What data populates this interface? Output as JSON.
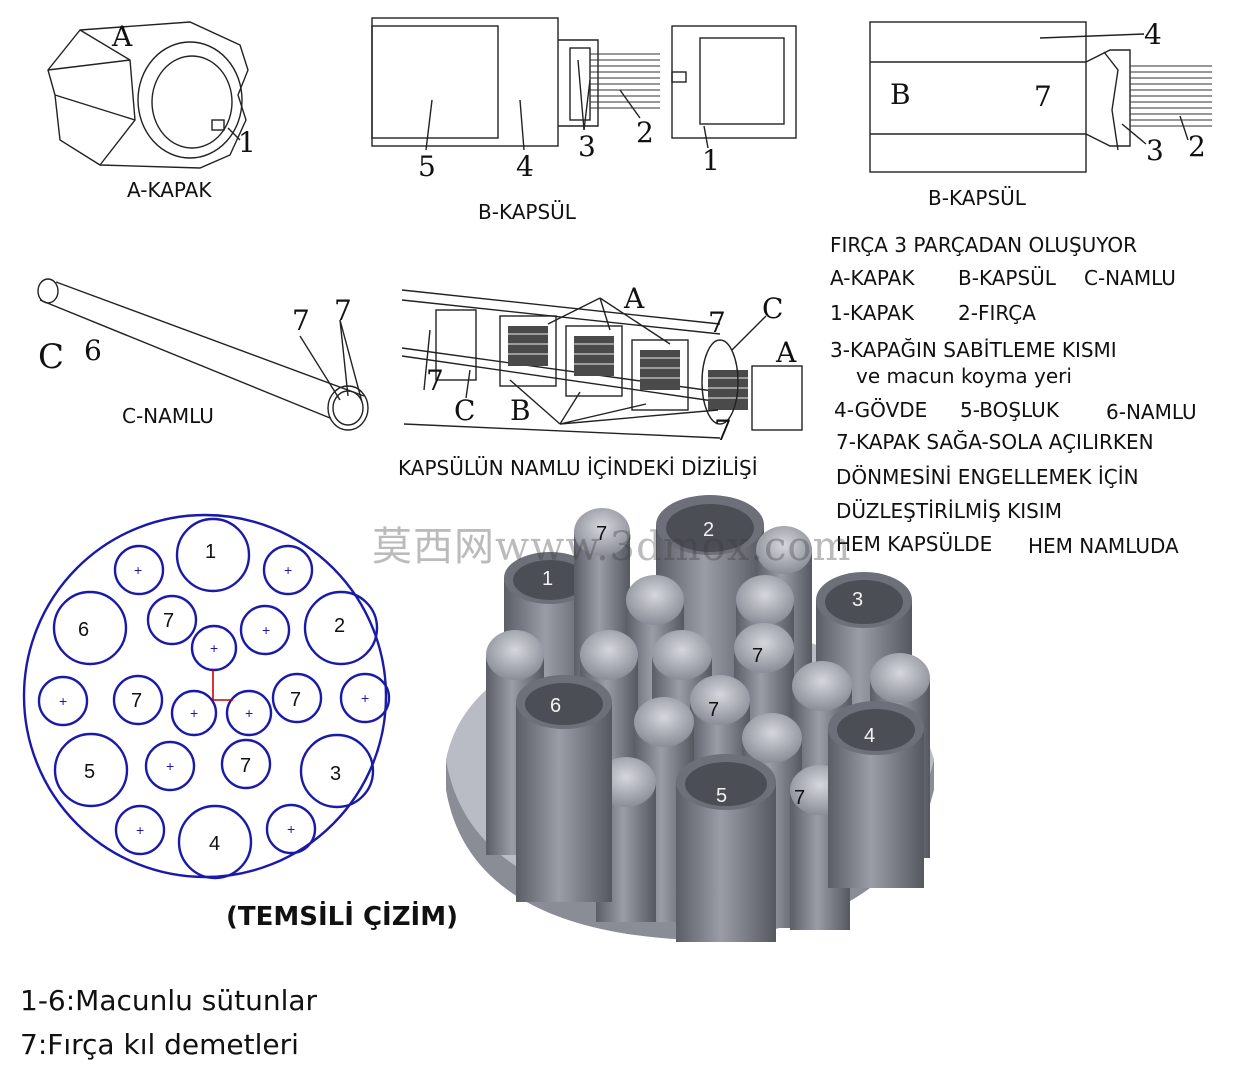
{
  "captions": {
    "kapak": "A-KAPAK",
    "kapsul1": "B-KAPSÜL",
    "kapsul2": "B-KAPSÜL",
    "namlu": "C-NAMLU",
    "dizilis": "KAPSÜLÜN NAMLU İÇİNDEKİ DİZİLİŞİ",
    "temsili": "(TEMSİLİ ÇİZİM)"
  },
  "legend": {
    "l1": "FIRÇA 3 PARÇADAN OLUŞUYOR",
    "l2a": "A-KAPAK",
    "l2b": "B-KAPSÜL",
    "l2c": "C-NAMLU",
    "l3a": "1-KAPAK",
    "l3b": "2-FIRÇA",
    "l4": "3-KAPAĞIN SABİTLEME KISMI",
    "l5": "ve macun koyma yeri",
    "l6a": "4-GÖVDE",
    "l6b": "5-BOŞLUK",
    "l6c": "6-NAMLU",
    "l7": "7-KAPAK SAĞA-SOLA AÇILIRKEN",
    "l8": "DÖNMESİNİ ENGELLEMEK İÇİN",
    "l9": "DÜZLEŞTİRİLMİŞ KISIM",
    "l10a": "HEM KAPSÜLDE",
    "l10b": "HEM NAMLUDA"
  },
  "bottom_legend": {
    "b1": "1-6:Macunlu sütunlar",
    "b2": "7:Fırça kıl demetleri"
  },
  "watermark": "莫西网www.3dmox.com",
  "drawing_labels": {
    "A": "A",
    "B": "B",
    "C": "C",
    "n1": "1",
    "n2": "2",
    "n3": "3",
    "n4": "4",
    "n5": "5",
    "n6": "6",
    "n7": "7"
  },
  "colors": {
    "outline": "#1a1aa8",
    "solid": "#8a8d96",
    "solid_dark": "#5b5e66",
    "solid_light": "#b9bcc4"
  }
}
